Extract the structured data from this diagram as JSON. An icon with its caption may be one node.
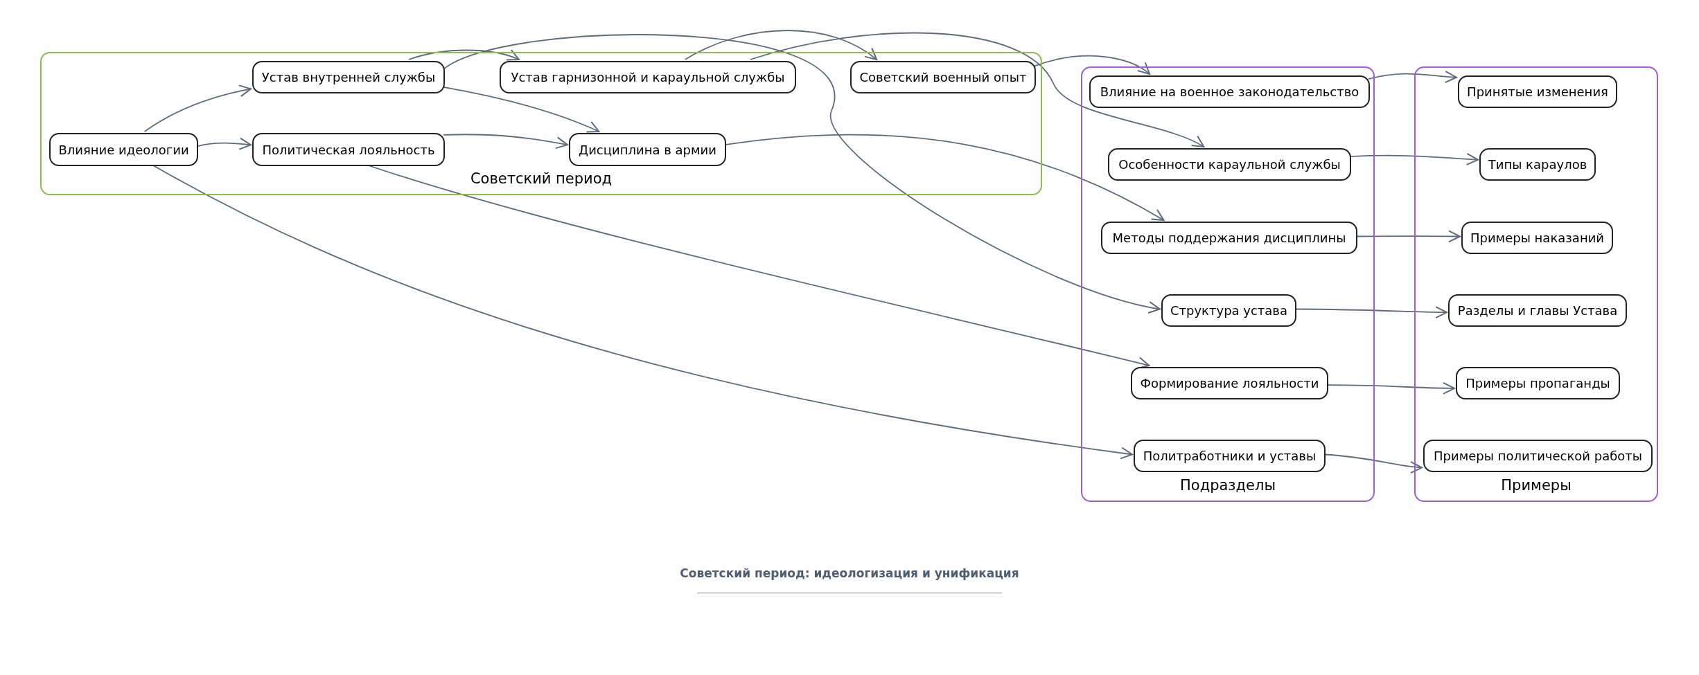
{
  "diagram": {
    "caption": "Советский период: идеологизация и унификация",
    "nodes": [
      {
        "text": [
          "Советский период"
        ]
      },
      {
        "text": [
          "Влияние идеологии"
        ],
        "in": 0
      },
      {
        "text": [
          "Устав внутренней службы"
        ],
        "in": 0
      },
      {
        "text": [
          "Политическая лояльность"
        ],
        "in": 0
      },
      {
        "text": [
          "Устав гарнизонной и караульной службы"
        ],
        "in": 0
      },
      {
        "text": [
          "Дисциплина в армии"
        ],
        "in": 0
      },
      {
        "text": [
          "Советский военный опыт"
        ],
        "in": 0
      },
      {
        "text": [
          "Подразделы"
        ]
      },
      {
        "text": [
          "Влияние на военное законодательство"
        ],
        "in": 7
      },
      {
        "text": [
          "Особенности караульной службы"
        ],
        "in": 7
      },
      {
        "text": [
          "Методы поддержания дисциплины"
        ],
        "in": 7
      },
      {
        "text": [
          "Структура устава"
        ],
        "in": 7
      },
      {
        "text": [
          "Формирование лояльности"
        ],
        "in": 7
      },
      {
        "text": [
          "Политработники и уставы"
        ],
        "in": 7
      },
      {
        "text": [
          "Примеры"
        ]
      },
      {
        "text": [
          "Принятые изменения"
        ],
        "in": 14
      },
      {
        "text": [
          "Типы караулов"
        ],
        "in": 14
      },
      {
        "text": [
          "Примеры наказаний"
        ],
        "in": 14
      },
      {
        "text": [
          "Разделы и главы Устава"
        ],
        "in": 14
      },
      {
        "text": [
          "Примеры пропаганды"
        ],
        "in": 14
      },
      {
        "text": [
          "Примеры политической работы"
        ],
        "in": 14
      }
    ],
    "edges": [
      {
        "from": 1,
        "to": 2,
        "arrow": "to"
      },
      {
        "from": 1,
        "to": 3,
        "arrow": "to"
      },
      {
        "from": 1,
        "to": 13,
        "arrow": "to"
      },
      {
        "from": 2,
        "to": 4,
        "arrow": "to"
      },
      {
        "from": 2,
        "to": 5,
        "arrow": "to"
      },
      {
        "from": 2,
        "to": 11,
        "arrow": "to"
      },
      {
        "from": 3,
        "to": 5,
        "arrow": "to"
      },
      {
        "from": 3,
        "to": 12,
        "arrow": "to"
      },
      {
        "from": 4,
        "to": 6,
        "arrow": "to"
      },
      {
        "from": 4,
        "to": 9,
        "arrow": "to"
      },
      {
        "from": 5,
        "to": 10,
        "arrow": "to"
      },
      {
        "from": 6,
        "to": 8,
        "arrow": "to"
      },
      {
        "from": 8,
        "to": 15,
        "arrow": "to"
      },
      {
        "from": 9,
        "to": 16,
        "arrow": "to"
      },
      {
        "from": 10,
        "to": 17,
        "arrow": "to"
      },
      {
        "from": 11,
        "to": 18,
        "arrow": "to"
      },
      {
        "from": 12,
        "to": 19,
        "arrow": "to"
      },
      {
        "from": 13,
        "to": 20,
        "arrow": "to"
      }
    ]
  }
}
